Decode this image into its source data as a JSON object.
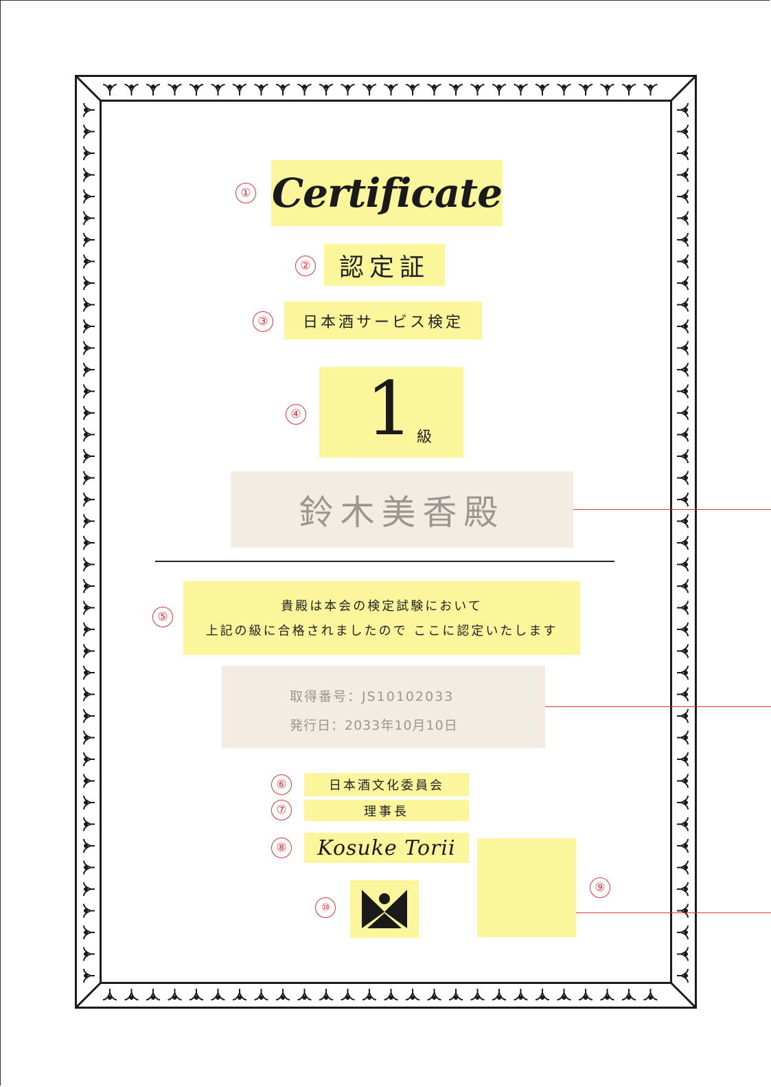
{
  "certificate": {
    "title_en": "Certificate",
    "title_jp": "認定証",
    "exam_name": "日本酒サービス検定",
    "grade_number": "1",
    "grade_suffix": "級",
    "recipient": "鈴木美香殿",
    "body_line1": "貴殿は本会の検定試験において",
    "body_line2": "上記の級に合格されましたので ここに認定いたします",
    "id_line": "取得番号：JS10102033",
    "date_line": "発行日：2033年10月10日",
    "organization": "日本酒文化委員会",
    "position": "理事長",
    "signature": "Kosuke Torii"
  },
  "markers": [
    "①",
    "②",
    "③",
    "④",
    "⑤",
    "⑥",
    "⑦",
    "⑧",
    "⑨",
    "⑩"
  ],
  "colors": {
    "highlight": "#fbf59b",
    "beige": "#f3ece2",
    "marker_red": "#e0303a",
    "frame": "#1a1a1a"
  },
  "icons": {
    "logo": "hourglass-figure-logo",
    "seal_placeholder": "seal-placeholder"
  }
}
